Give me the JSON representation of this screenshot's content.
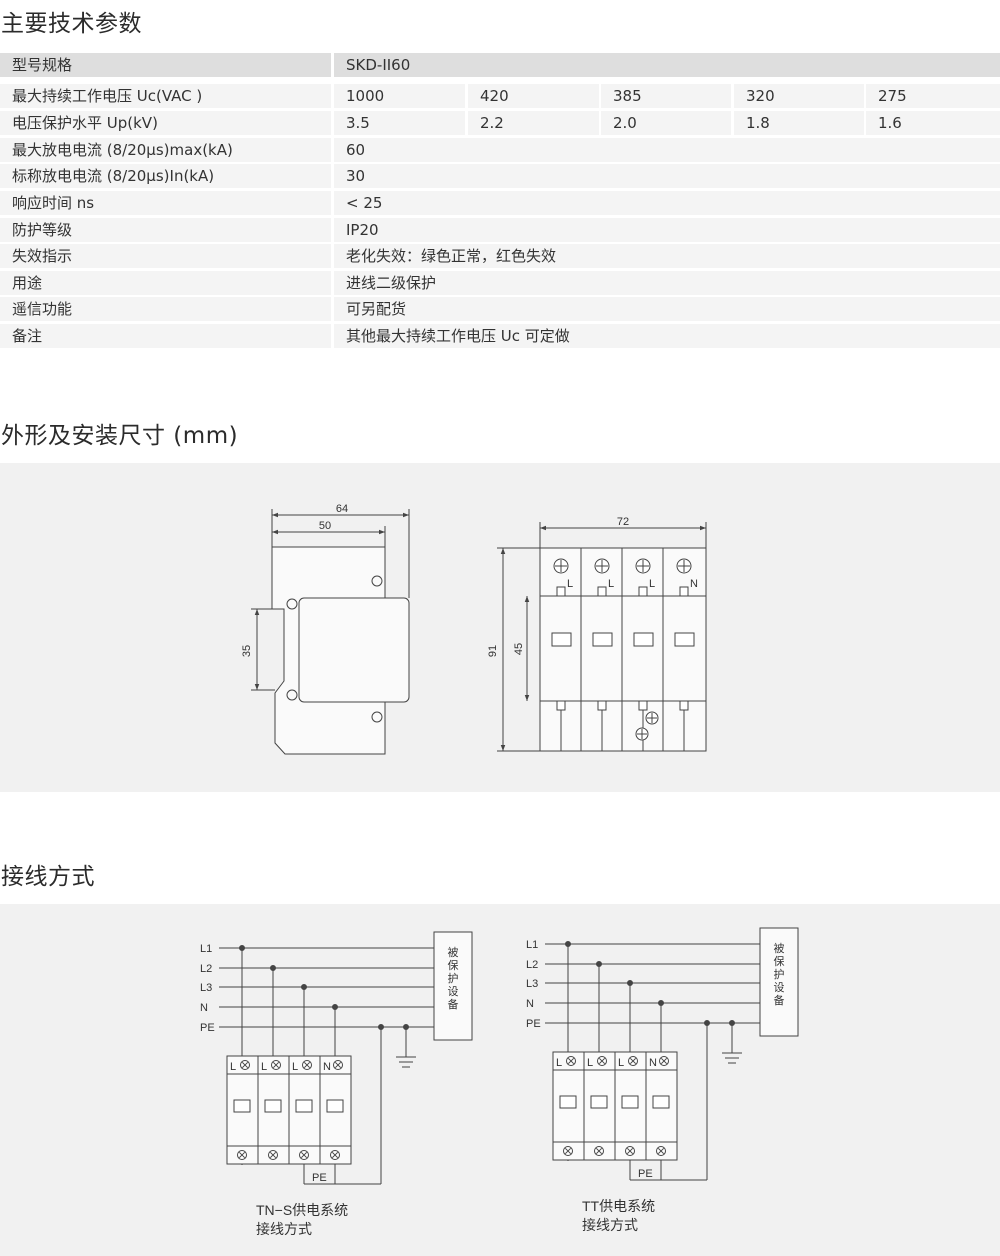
{
  "sections": {
    "params_title": "主要技术参数",
    "dims_title": "外形及安装尺寸 (mm)",
    "wiring_title": "接线方式"
  },
  "params": {
    "header_label": "型号规格",
    "header_value": "SKD-II60",
    "rows": [
      {
        "label": "最大持续工作电压 Uc(VAC )",
        "values": [
          "1000",
          "420",
          "385",
          "320",
          "275"
        ]
      },
      {
        "label": "电压保护水平 Up(kV)",
        "values": [
          "3.5",
          "2.2",
          "2.0",
          "1.8",
          "1.6"
        ]
      },
      {
        "label": "最大放电电流 (8/20μs)max(kA)",
        "value": "60"
      },
      {
        "label": "标称放电电流 (8/20μs)In(kA)",
        "value": "30"
      },
      {
        "label": "响应时间 ns",
        "value": "< 25"
      },
      {
        "label": "防护等级",
        "value": "IP20"
      },
      {
        "label": "失效指示",
        "value": "老化失效：绿色正常，红色失效"
      },
      {
        "label": "用途",
        "value": "进线二级保护"
      },
      {
        "label": "遥信功能",
        "value": "可另配货"
      },
      {
        "label": "备注",
        "value": "其他最大持续工作电压 Uc 可定做"
      }
    ]
  },
  "dims": {
    "side_width": "64",
    "side_inner_width": "50",
    "side_rail_height": "35",
    "front_width": "72",
    "front_height": "91",
    "front_module_height": "45",
    "terminal_labels": [
      "L",
      "L",
      "L",
      "N"
    ]
  },
  "wiring": {
    "line_labels": [
      "L1",
      "L2",
      "L3",
      "N",
      "PE"
    ],
    "device_label": "被保护设备",
    "module_labels": [
      "L",
      "L",
      "L",
      "N"
    ],
    "pe_label": "PE",
    "tns_caption": [
      "TN−S供电系统",
      "接线方式"
    ],
    "tt_caption": [
      "TT供电系统",
      "接线方式"
    ]
  }
}
